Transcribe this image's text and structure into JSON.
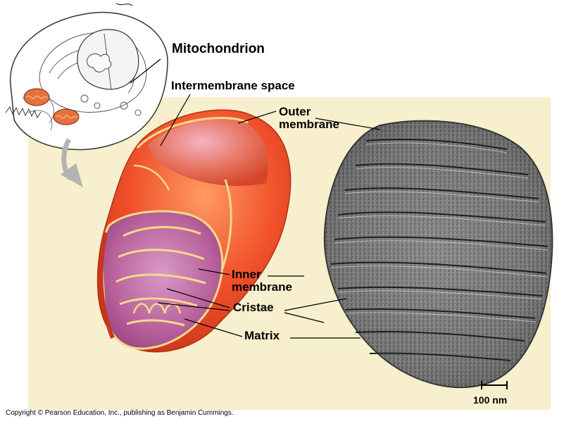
{
  "title": "Mitochondrion",
  "labels": {
    "intermembrane_space": "Intermembrane space",
    "outer_membrane": [
      "Outer",
      "membrane"
    ],
    "inner_membrane": [
      "Inner",
      "membrane"
    ],
    "cristae": "Cristae",
    "matrix": "Matrix"
  },
  "scale_bar": "100 nm",
  "copyright": "Copyright © Pearson Education, Inc., publishing as Benjamin Cummings.",
  "colors": {
    "panel_background": "#f7efcd",
    "mitochondrion_body": "#f0502a",
    "membrane_line": "#f5d98a",
    "matrix_interior": "#c46aa6"
  }
}
